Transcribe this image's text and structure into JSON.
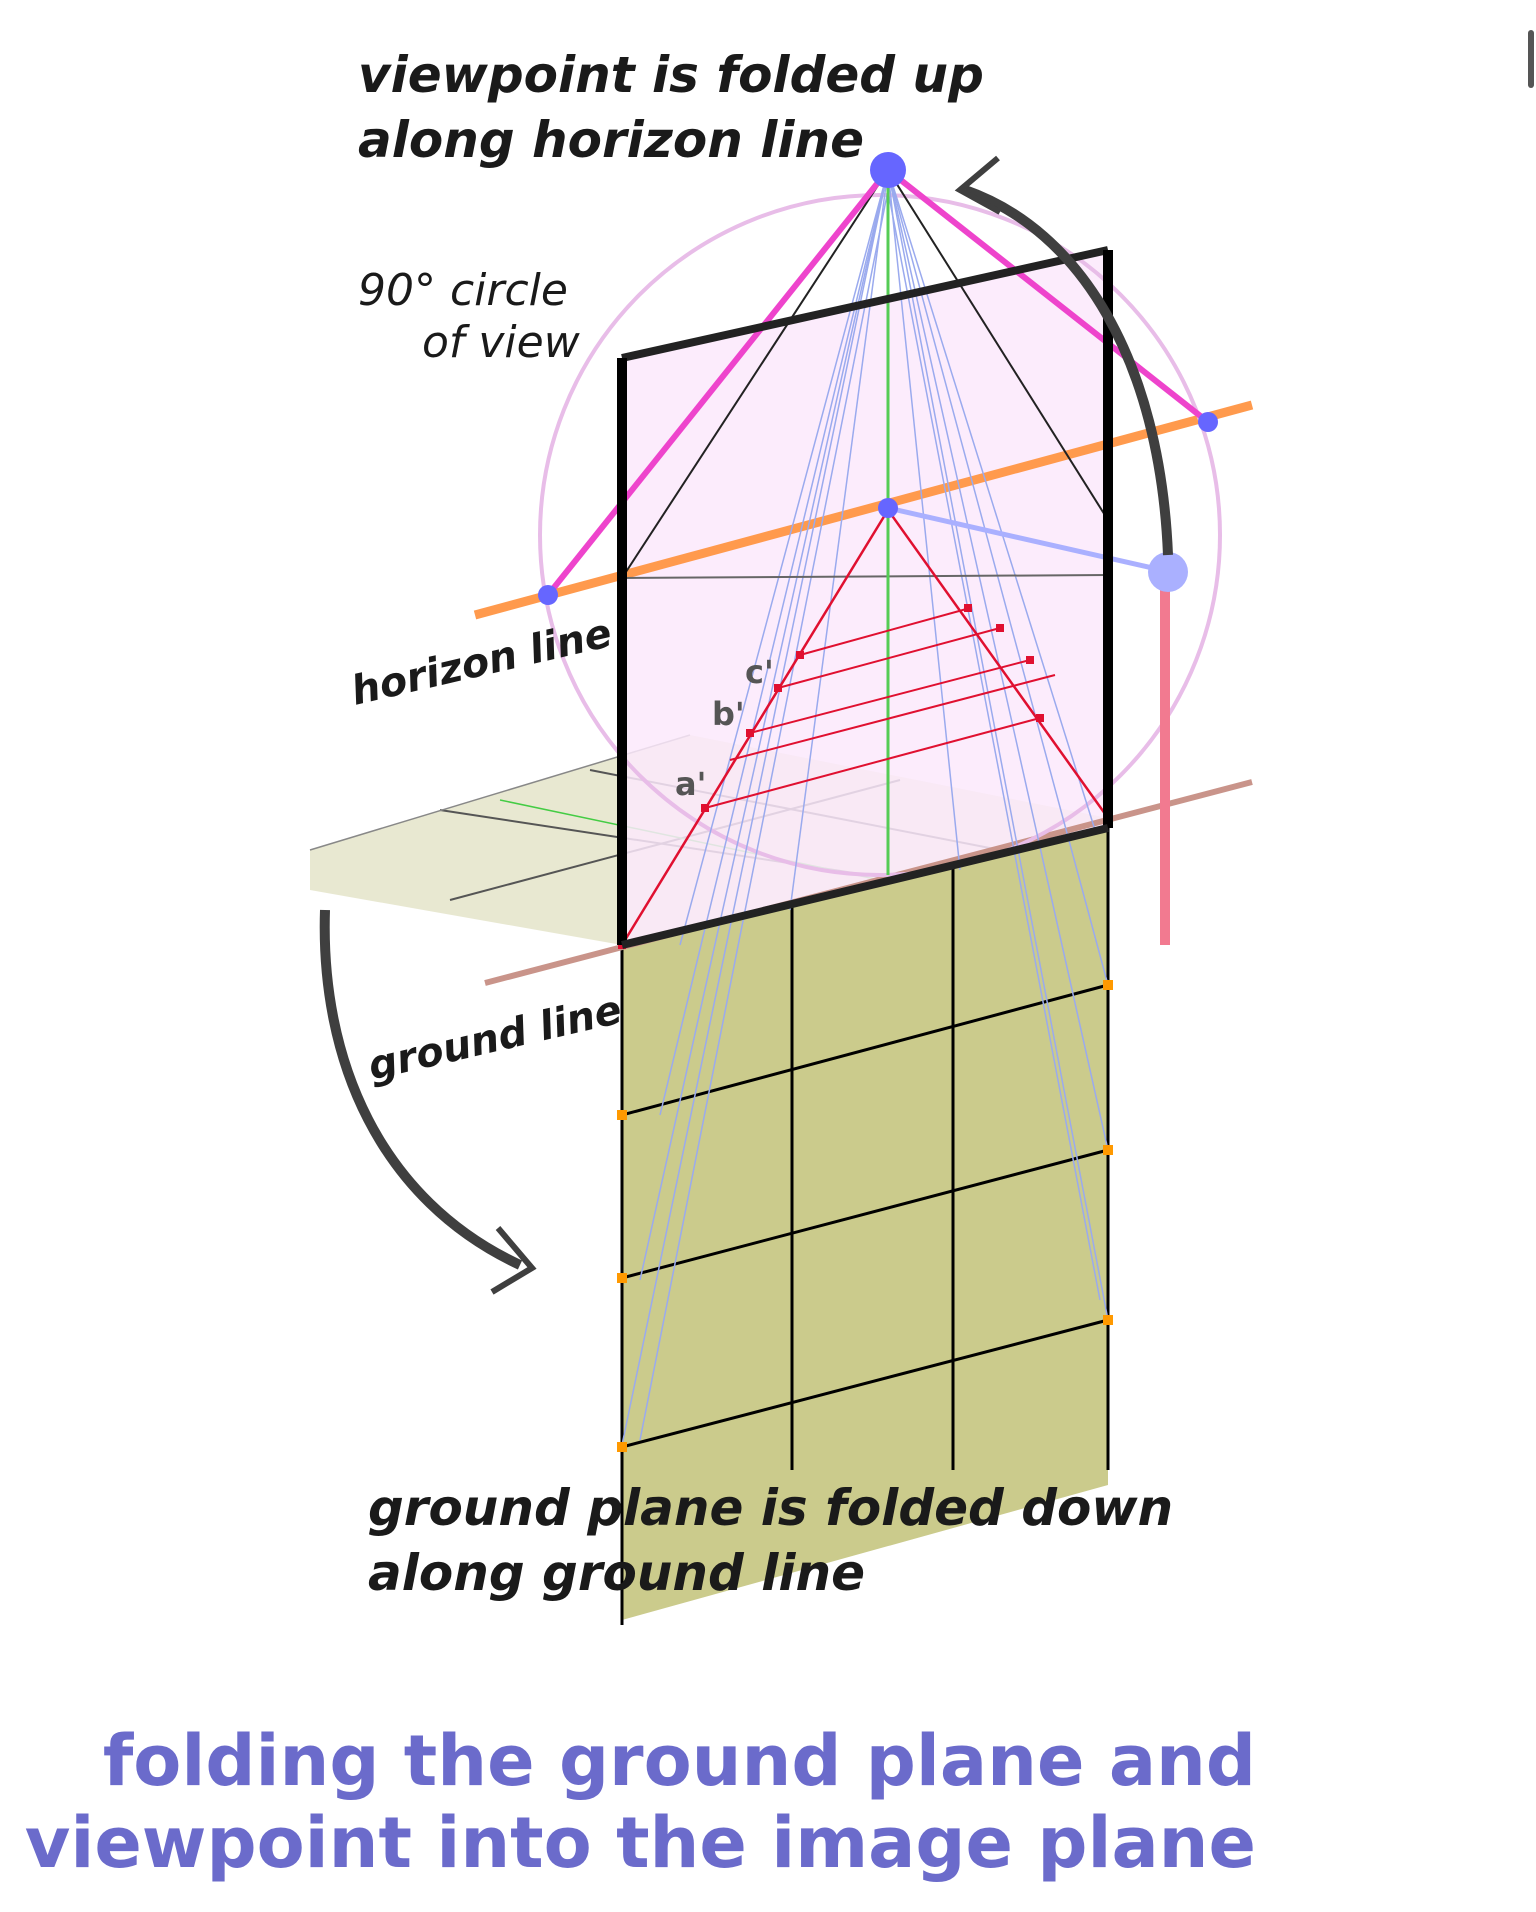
{
  "labels": {
    "viewpoint_line1": "viewpoint is folded up",
    "viewpoint_line2": "along horizon line",
    "circle_line1": "90° circle",
    "circle_line2": "of view",
    "horizon": "horizon line",
    "ground": "ground line",
    "a": "a'",
    "b": "b'",
    "c": "c'",
    "ground_plane_line1": "ground plane is folded down",
    "ground_plane_line2": "along ground line"
  },
  "caption": {
    "line1": "folding the ground plane and",
    "line2": "viewpoint into the image plane"
  },
  "colors": {
    "caption": "#6b6bcb",
    "horizon_line": "#ff9a4d",
    "ground_line": "#c9948a",
    "magenta": "#ee44cc",
    "viewpoint_dot": "#6666ff",
    "picture_plane_fill": "#fbe9fb",
    "ground_fill": "#cbcb8c",
    "red": "#e01030",
    "orange_dots": "#ff9900"
  }
}
